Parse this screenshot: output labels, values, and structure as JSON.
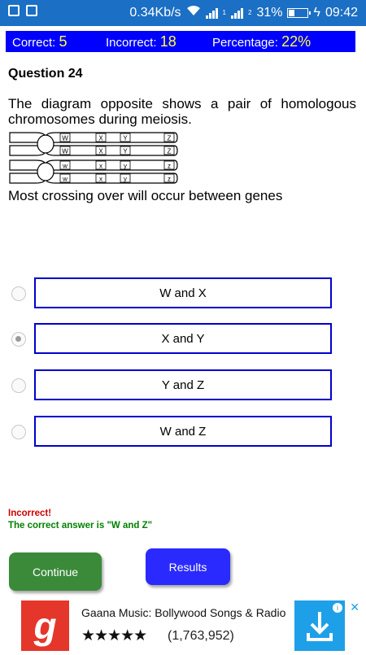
{
  "status_bar": {
    "speed": "0.34Kb/s",
    "sim1": "1",
    "sim2": "2",
    "battery_percent": "31%",
    "battery_level": 0.31,
    "time": "09:42"
  },
  "score": {
    "correct_label": "Correct:",
    "correct_value": "5",
    "incorrect_label": "Incorrect:",
    "incorrect_value": "18",
    "percentage_label": "Percentage:",
    "percentage_value": "22%"
  },
  "question": {
    "title": "Question 24",
    "text": "The diagram opposite shows a pair of homologous chromosomes during meiosis.",
    "diagram_upper": [
      "W",
      "X",
      "Y",
      "Z"
    ],
    "diagram_lower": [
      "w",
      "x",
      "y",
      "z"
    ],
    "prompt": "Most crossing over will occur between genes"
  },
  "options": [
    {
      "label": "W and X",
      "selected": false
    },
    {
      "label": "X and Y",
      "selected": true
    },
    {
      "label": "Y and Z",
      "selected": false
    },
    {
      "label": "W and Z",
      "selected": false
    }
  ],
  "feedback": {
    "result": "Incorrect!",
    "answer": "The correct answer is \"W and Z\""
  },
  "buttons": {
    "continue": "Continue",
    "results": "Results"
  },
  "ad": {
    "app_title": "Gaana Music: Bollywood Songs & Radio",
    "logo_letter": "g",
    "stars": "★★★★★",
    "rating_stars": 4.5,
    "rating_count": "(1,763,952)",
    "info_icon": "info-icon",
    "close_icon": "close-icon",
    "download_icon": "download-icon"
  }
}
